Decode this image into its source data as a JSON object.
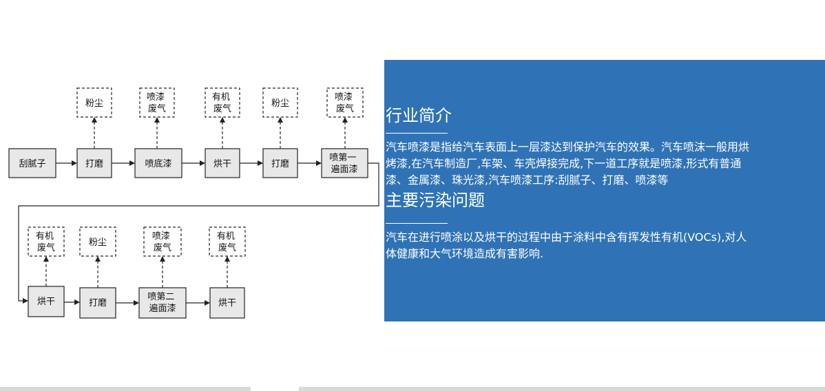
{
  "diagram": {
    "row1": {
      "steps": [
        "刮腻子",
        "打磨",
        "喷底漆",
        "烘干",
        "打磨",
        "喷第一\n遍面漆"
      ],
      "emissions": [
        null,
        "粉尘",
        "喷漆\n废气",
        "有机\n废气",
        "粉尘",
        "喷漆\n废气"
      ]
    },
    "row2": {
      "steps": [
        "烘干",
        "打磨",
        "喷第二\n遍面漆",
        "烘干"
      ],
      "emissions": [
        "有机\n废气",
        "粉尘",
        "喷漆\n废气",
        "有机\n废气"
      ]
    }
  },
  "panel": {
    "intro_title": "行业简介",
    "intro_lines": [
      "汽车喷漆是指给汽车表面上一层漆达到保护汽车的效果。汽车喷沫一般用烘",
      "烤漆,在汽车制造厂,车架、车壳焊接完成,下一道工序就是喷漆,形式有普通",
      "漆、金属漆、珠光漆,汽车喷漆工序:刮腻子、打磨、喷漆等"
    ],
    "pollution_title": "主要污染问题",
    "pollution_lines": [
      "汽车在进行喷涂以及烘干的过程中由于涂料中含有挥发性有机(VOCs),对人",
      "体健康和大气环境造成有害影响."
    ]
  },
  "colors": {
    "panel_bg": "#2f73b6",
    "box_fill": "#e8e8e8",
    "line": "#222222"
  }
}
